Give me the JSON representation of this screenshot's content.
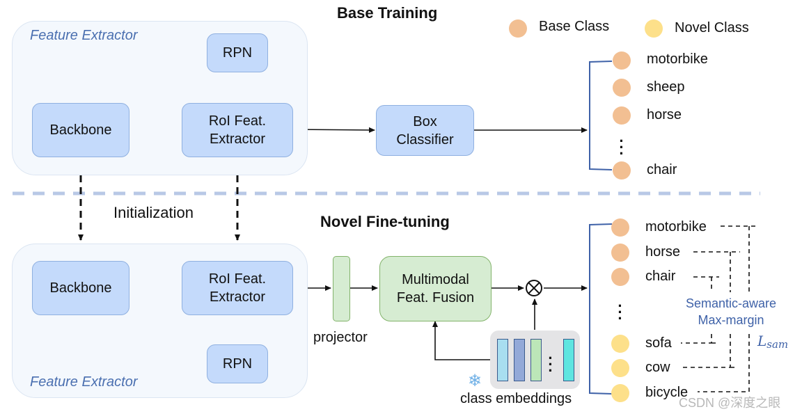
{
  "sections": {
    "base_title": "Base Training",
    "novel_title": "Novel Fine-tuning",
    "initialization": "Initialization"
  },
  "legend": {
    "items": [
      {
        "label": "Base Class",
        "color": "#f2bf92"
      },
      {
        "label": "Novel Class",
        "color": "#fde08a"
      }
    ]
  },
  "base_training": {
    "container_label": "Feature Extractor",
    "backbone": "Backbone",
    "rpn": "RPN",
    "roi_line1": "RoI Feat.",
    "roi_line2": "Extractor",
    "box_line1": "Box",
    "box_line2": "Classifier",
    "classes": [
      {
        "label": "motorbike",
        "type": "base"
      },
      {
        "label": "sheep",
        "type": "base"
      },
      {
        "label": "horse",
        "type": "base"
      },
      {
        "label": "chair",
        "type": "base"
      }
    ],
    "ellipsis": "⋮"
  },
  "novel_finetuning": {
    "container_label": "Feature Extractor",
    "backbone": "Backbone",
    "rpn": "RPN",
    "roi_line1": "RoI Feat.",
    "roi_line2": "Extractor",
    "projector": "projector",
    "fusion_line1": "Multimodal",
    "fusion_line2": "Feat. Fusion",
    "operator": "⊗",
    "class_embeddings": "class embeddings",
    "embedding_colors": [
      "#a8def0",
      "#93a9d8",
      "#bce6b8",
      "#5ee5e0"
    ],
    "embedding_ellipsis": "⋮",
    "frozen_icon": "❄",
    "classes": [
      {
        "label": "motorbike",
        "type": "base"
      },
      {
        "label": "horse",
        "type": "base"
      },
      {
        "label": "chair",
        "type": "base"
      },
      {
        "label": "sofa",
        "type": "novel"
      },
      {
        "label": "cow",
        "type": "novel"
      },
      {
        "label": "bicycle",
        "type": "novel"
      }
    ],
    "ellipsis": "⋮",
    "sam_line1": "Semantic-aware",
    "sam_line2": "Max-margin",
    "loss_symbol": "L",
    "loss_subscript": "sam"
  },
  "colors": {
    "box_fill": "#c4dafb",
    "green_fill": "#d6ecd2",
    "accent_blue": "#3f62a8",
    "divider": "#b8c8e6"
  },
  "watermark": "CSDN @深度之眼"
}
